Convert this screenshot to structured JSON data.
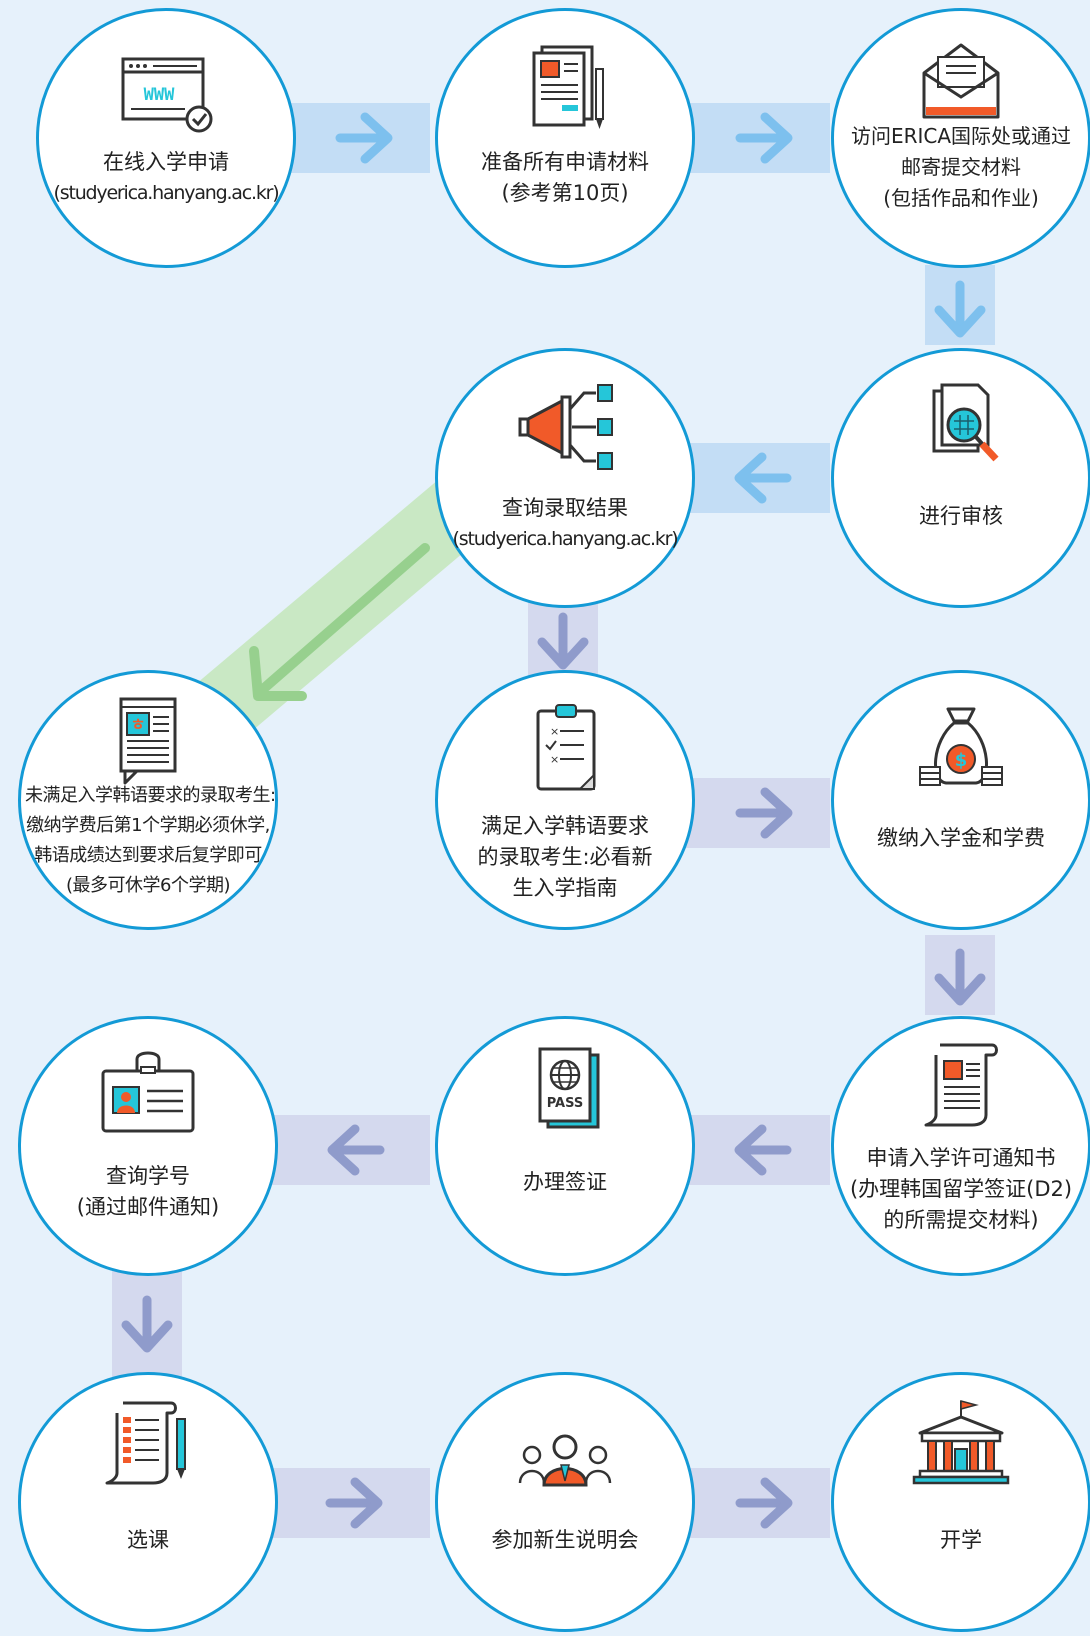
{
  "steps": [
    {
      "id": "online-apply",
      "lines": [
        "在线入学申请",
        "(studyerica.hanyang.ac.kr)"
      ],
      "icon": "website-icon"
    },
    {
      "id": "prepare-docs",
      "lines": [
        "准备所有申请材料",
        "(参考第10页)"
      ],
      "icon": "documents-icon"
    },
    {
      "id": "submit-docs",
      "lines": [
        "访问ERICA国际处或通过",
        "邮寄提交材料",
        "(包括作品和作业)"
      ],
      "icon": "envelope-icon"
    },
    {
      "id": "review",
      "lines": [
        "进行审核"
      ],
      "icon": "magnifier-document-icon"
    },
    {
      "id": "check-result",
      "lines": [
        "查询录取结果",
        "(studyerica.hanyang.ac.kr)"
      ],
      "icon": "megaphone-icon"
    },
    {
      "id": "korean-not-met",
      "lines": [
        "未满足入学韩语要求的录取考生:",
        "缴纳学费后第1个学期必须休学,",
        "韩语成绩达到要求后复学即可",
        "(最多可休学6个学期)"
      ],
      "icon": "korean-document-icon"
    },
    {
      "id": "korean-met",
      "lines": [
        "满足入学韩语要求",
        "的录取考生:必看新",
        "生入学指南"
      ],
      "icon": "checklist-clipboard-icon"
    },
    {
      "id": "pay-fees",
      "lines": [
        "缴纳入学金和学费"
      ],
      "icon": "money-bag-icon"
    },
    {
      "id": "admission-letter",
      "lines": [
        "申请入学许可通知书",
        "(办理韩国留学签证(D2)",
        "的所需提交材料)"
      ],
      "icon": "certificate-scroll-icon"
    },
    {
      "id": "visa",
      "lines": [
        "办理签证"
      ],
      "icon": "passport-icon"
    },
    {
      "id": "student-id",
      "lines": [
        "查询学号",
        "(通过邮件通知)"
      ],
      "icon": "id-card-icon"
    },
    {
      "id": "course-registration",
      "lines": [
        "选课"
      ],
      "icon": "course-list-icon"
    },
    {
      "id": "orientation",
      "lines": [
        "参加新生说明会"
      ],
      "icon": "people-group-icon"
    },
    {
      "id": "semester-start",
      "lines": [
        "开学"
      ],
      "icon": "university-building-icon"
    }
  ],
  "icon_text": {
    "www": "WWW",
    "pass": "PASS",
    "dollar": "$",
    "hangul": "ㅎ"
  },
  "colors": {
    "circle_border": "#139ad6",
    "background": "#e6f1fb",
    "connector_blue": "#c3ddf5",
    "connector_lavender": "#d4d9ee",
    "connector_green": "#c9e8c4",
    "accent_orange": "#f15a29",
    "accent_teal": "#25c6d9"
  }
}
